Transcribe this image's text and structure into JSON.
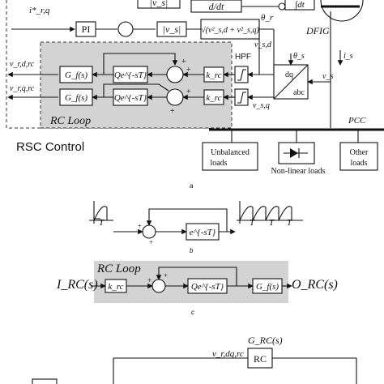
{
  "panel_a": {
    "caption": "a",
    "top_labels": {
      "vs_abs": "|v_s|",
      "ddt": "d/dt",
      "integral": "∫dt",
      "theta_r": "θ_r",
      "ir_star": "i*_r,q",
      "pi": "PI",
      "vs_abs_2": "|v_s|",
      "sqrt_expr": "√(v²_s,d + v²_s,q)",
      "dfig": "DFIG"
    },
    "rc_loop": {
      "title": "RC Loop",
      "out_d": "v_r,d,rc",
      "out_q": "v_r,q,rc",
      "gf": "G_f(s)",
      "qe": "Qe^{-sT}",
      "krc": "k_rc",
      "plus": "+"
    },
    "signals": {
      "hpf": "HPF",
      "vsd": "v_s,d",
      "vsq": "v_s,q",
      "theta_s": "θ_s",
      "dq": "dq",
      "abc": "abc",
      "vs": "v_s",
      "is": "i_s",
      "pcc": "PCC"
    },
    "rsc_control": "RSC Control",
    "loads": {
      "unbalanced": [
        "Unbalanced",
        "loads"
      ],
      "nonlinear": "Non-linear loads",
      "other": [
        "Other",
        "loads"
      ]
    }
  },
  "panel_b": {
    "caption": "b",
    "delay": "e^{-sT}",
    "period": "T",
    "plus": "+"
  },
  "panel_c": {
    "caption": "c",
    "title": "RC Loop",
    "input": "I_RC(s)",
    "output": "O_RC(s)",
    "krc": "k_rc",
    "qe": "Qe^{-sT}",
    "gf": "G_f(s)",
    "plus": "+"
  },
  "panel_d": {
    "grc": "G_RC(s)",
    "rc": "RC",
    "vr": "v_r,dq,rc"
  }
}
